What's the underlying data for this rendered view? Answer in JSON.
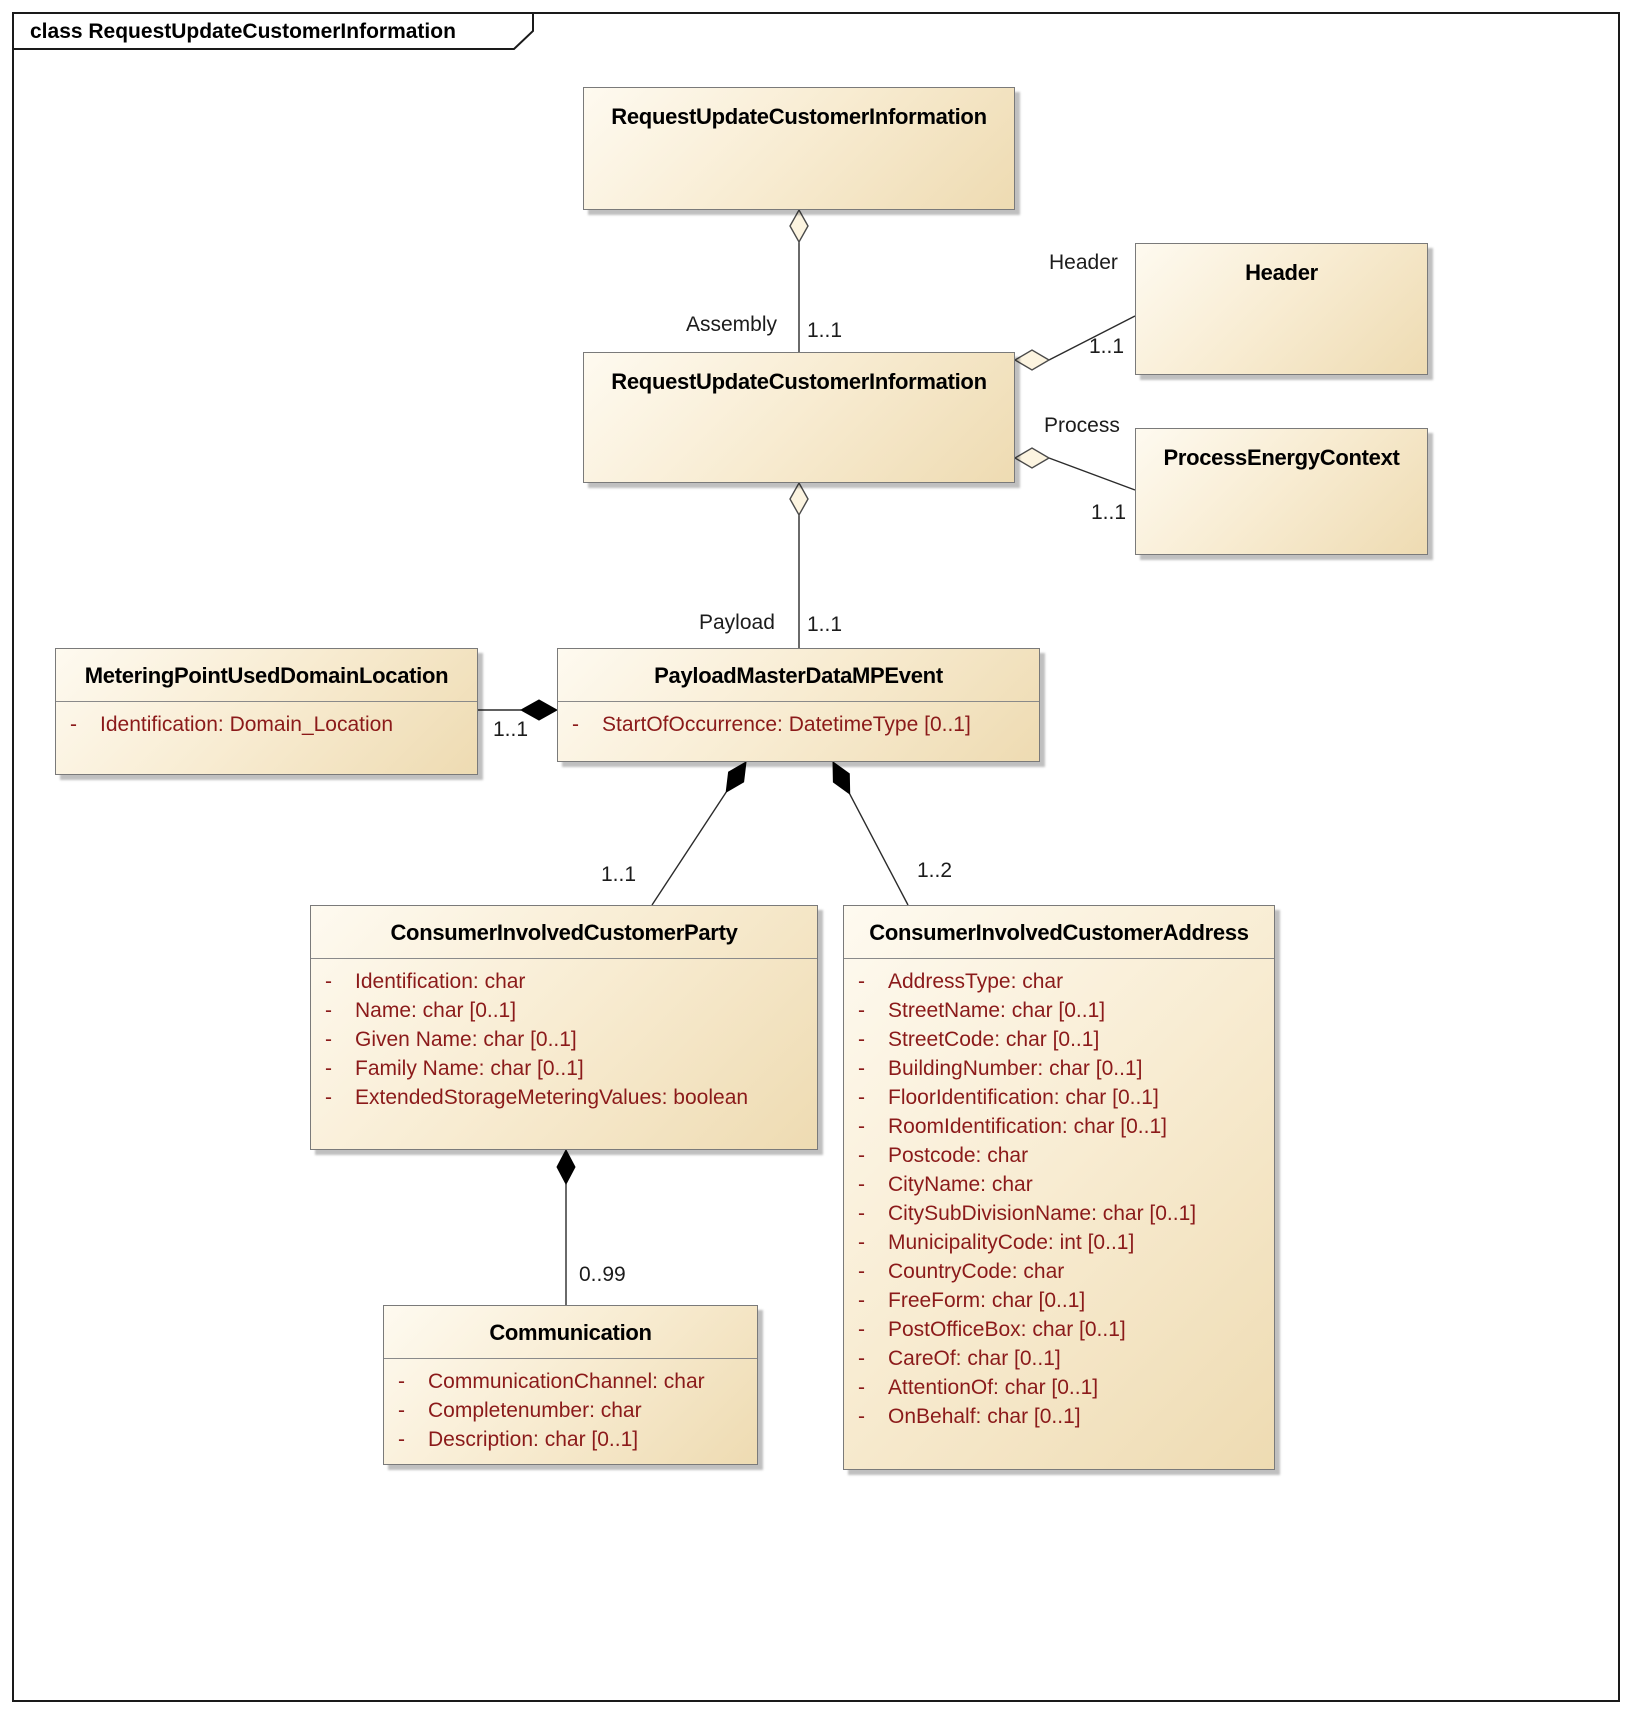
{
  "frame": {
    "title": "class RequestUpdateCustomerInformation"
  },
  "meta": {
    "visibility_dash": "-"
  },
  "colors": {
    "class_fill_light": "#fefaf0",
    "class_fill_dark": "#eedbb2",
    "class_border": "#7a7a7a",
    "attribute_text": "#8b1a1a",
    "connector": "#2b2b2b",
    "background": "#ffffff"
  },
  "classes": {
    "top_ruci": {
      "title": "RequestUpdateCustomerInformation",
      "attributes": []
    },
    "mid_ruci": {
      "title": "RequestUpdateCustomerInformation",
      "attributes": []
    },
    "header": {
      "title": "Header",
      "attributes": []
    },
    "process_energy_context": {
      "title": "ProcessEnergyContext",
      "attributes": []
    },
    "payload_master_data_mp_event": {
      "title": "PayloadMasterDataMPEvent",
      "attributes": [
        "StartOfOccurrence: DatetimeType [0..1]"
      ]
    },
    "metering_point_used_domain_location": {
      "title": "MeteringPointUsedDomainLocation",
      "attributes": [
        "Identification: Domain_Location"
      ]
    },
    "consumer_involved_customer_party": {
      "title": "ConsumerInvolvedCustomerParty",
      "attributes": [
        "Identification: char",
        "Name: char [0..1]",
        "Given Name: char [0..1]",
        "Family Name: char [0..1]",
        "ExtendedStorageMeteringValues: boolean"
      ]
    },
    "consumer_involved_customer_address": {
      "title": "ConsumerInvolvedCustomerAddress",
      "attributes": [
        "AddressType: char",
        "StreetName: char [0..1]",
        "StreetCode: char [0..1]",
        "BuildingNumber: char [0..1]",
        "FloorIdentification: char [0..1]",
        "RoomIdentification: char [0..1]",
        "Postcode: char",
        "CityName: char",
        "CitySubDivisionName: char [0..1]",
        "MunicipalityCode: int [0..1]",
        "CountryCode: char",
        "FreeForm: char [0..1]",
        "PostOfficeBox: char [0..1]",
        "CareOf: char [0..1]",
        "AttentionOf: char [0..1]",
        "OnBehalf: char [0..1]"
      ]
    },
    "communication": {
      "title": "Communication",
      "attributes": [
        "CommunicationChannel: char",
        "Completenumber: char",
        "Description: char [0..1]"
      ]
    }
  },
  "edges": {
    "assembly": {
      "role": "Assembly",
      "multiplicity": "1..1",
      "type": "aggregation"
    },
    "header": {
      "role": "Header",
      "multiplicity": "1..1",
      "type": "aggregation"
    },
    "process": {
      "role": "Process",
      "multiplicity": "1..1",
      "type": "aggregation"
    },
    "payload": {
      "role": "Payload",
      "multiplicity": "1..1",
      "type": "aggregation"
    },
    "metering": {
      "multiplicity": "1..1",
      "type": "composition"
    },
    "party": {
      "multiplicity": "1..1",
      "type": "composition"
    },
    "address": {
      "multiplicity": "1..2",
      "type": "composition"
    },
    "communication": {
      "multiplicity": "0..99",
      "type": "composition"
    }
  }
}
